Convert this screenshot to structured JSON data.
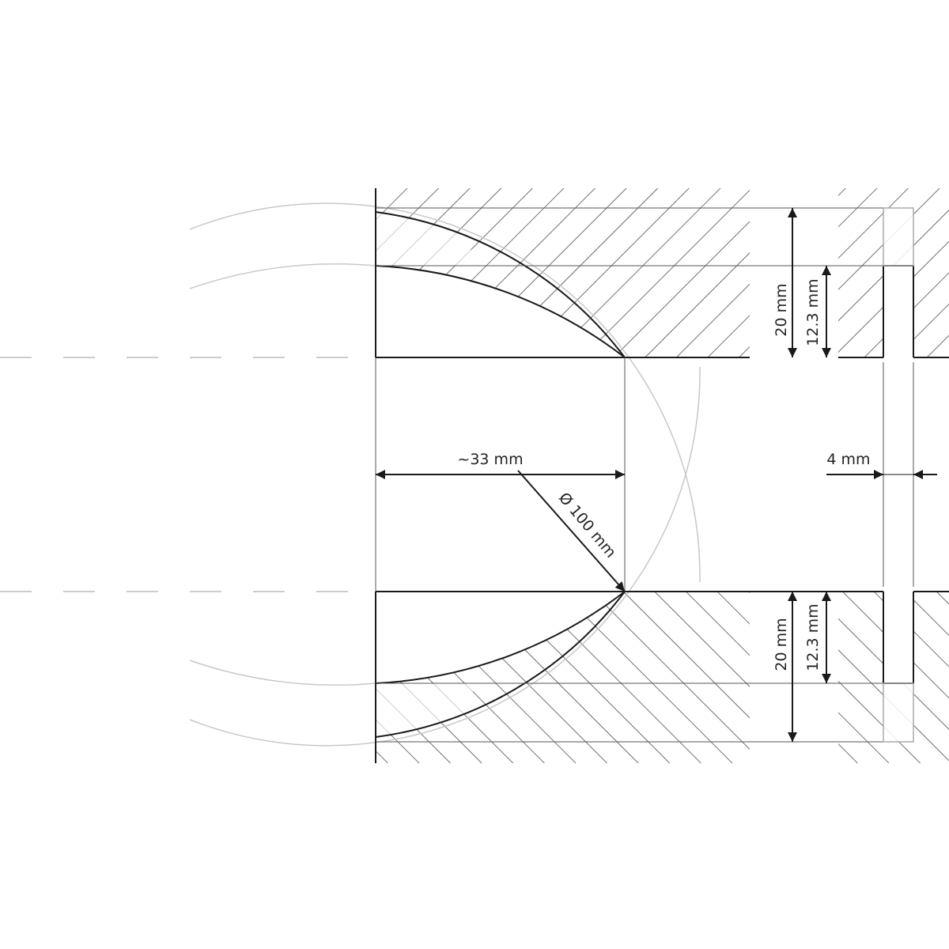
{
  "dimensions": {
    "top_total": "20 mm",
    "top_inner": "12.3 mm",
    "bottom_total": "20 mm",
    "bottom_inner": "12.3 mm",
    "width": "~33 mm",
    "diameter": "Ø 100 mm",
    "slot": "4 mm"
  },
  "colors": {
    "line": "#1a1a1a",
    "hatch": "#333333",
    "faint": "#c8c8c8"
  }
}
